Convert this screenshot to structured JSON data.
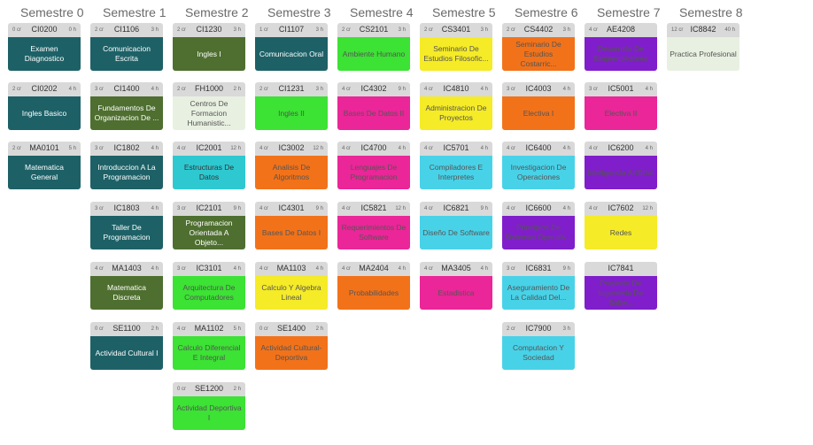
{
  "semesters": [
    {
      "title": "Semestre 0"
    },
    {
      "title": "Semestre 1"
    },
    {
      "title": "Semestre 2"
    },
    {
      "title": "Semestre 3"
    },
    {
      "title": "Semestre 4"
    },
    {
      "title": "Semestre 5"
    },
    {
      "title": "Semestre 6"
    },
    {
      "title": "Semestre 7"
    },
    {
      "title": "Semestre 8"
    }
  ],
  "courses": [
    {
      "sem": 0,
      "row": 0,
      "cr": "0 cr",
      "code": "CI0200",
      "hrs": "0 h",
      "name": "Examen Diagnostico",
      "style": "teal",
      "mark": ""
    },
    {
      "sem": 0,
      "row": 1,
      "cr": "2 cr",
      "code": "CI0202",
      "hrs": "4 h",
      "name": "Ingles Basico",
      "style": "teal",
      "mark": ""
    },
    {
      "sem": 0,
      "row": 2,
      "cr": "2 cr",
      "code": "MA0101",
      "hrs": "5 h",
      "name": "Matematica General",
      "style": "teal",
      "mark": ""
    },
    {
      "sem": 1,
      "row": 0,
      "cr": "2 cr",
      "code": "CI1106",
      "hrs": "3 h",
      "name": "Comunicacion Escrita",
      "style": "teal",
      "mark": ""
    },
    {
      "sem": 1,
      "row": 1,
      "cr": "3 cr",
      "code": "CI1400",
      "hrs": "4 h",
      "name": "Fundamentos De Organizacion De ...",
      "style": "olive",
      "mark": ""
    },
    {
      "sem": 1,
      "row": 2,
      "cr": "3 cr",
      "code": "IC1802",
      "hrs": "4 h",
      "name": "Introduccion A La Programacion",
      "style": "teal",
      "mark": ""
    },
    {
      "sem": 1,
      "row": 3,
      "cr": "3 cr",
      "code": "IC1803",
      "hrs": "4 h",
      "name": "Taller De Programacion",
      "style": "teal",
      "mark": ""
    },
    {
      "sem": 1,
      "row": 4,
      "cr": "4 cr",
      "code": "MA1403",
      "hrs": "4 h",
      "name": "Matematica Discreta",
      "style": "olive",
      "mark": ""
    },
    {
      "sem": 1,
      "row": 5,
      "cr": "0 cr",
      "code": "SE1100",
      "hrs": "2 h",
      "name": "Actividad Cultural I",
      "style": "teal",
      "mark": ""
    },
    {
      "sem": 2,
      "row": 0,
      "cr": "2 cr",
      "code": "CI1230",
      "hrs": "3 h",
      "name": "Ingles I",
      "style": "olive",
      "mark": ""
    },
    {
      "sem": 2,
      "row": 1,
      "cr": "2 cr",
      "code": "FH1000",
      "hrs": "2 h",
      "name": "Centros De Formacion Humanistic...",
      "style": "light",
      "mark": ""
    },
    {
      "sem": 2,
      "row": 2,
      "cr": "4 cr",
      "code": "IC2001",
      "hrs": "12 h",
      "name": "Estructuras De Datos",
      "style": "orange",
      "mark": "#23c9d9"
    },
    {
      "sem": 2,
      "row": 3,
      "cr": "3 cr",
      "code": "IC2101",
      "hrs": "9 h",
      "name": "Programacion Orientada A Objeto...",
      "style": "olive",
      "mark": ""
    },
    {
      "sem": 2,
      "row": 4,
      "cr": "3 cr",
      "code": "IC3101",
      "hrs": "4 h",
      "name": "Arquitectura De Computadores",
      "style": "light",
      "mark": "#33e02a"
    },
    {
      "sem": 2,
      "row": 5,
      "cr": "4 cr",
      "code": "MA1102",
      "hrs": "5 h",
      "name": "Calculo Diferencial E Integral",
      "style": "light",
      "mark": "#33e02a"
    },
    {
      "sem": 2,
      "row": 6,
      "cr": "0 cr",
      "code": "SE1200",
      "hrs": "2 h",
      "name": "Actividad Deportiva I",
      "style": "light",
      "mark": "#33e02a"
    },
    {
      "sem": 3,
      "row": 0,
      "cr": "1 cr",
      "code": "CI1107",
      "hrs": "3 h",
      "name": "Comunicacion Oral",
      "style": "teal",
      "mark": ""
    },
    {
      "sem": 3,
      "row": 1,
      "cr": "2 cr",
      "code": "CI1231",
      "hrs": "3 h",
      "name": "Ingles II",
      "style": "light",
      "mark": "#33e02a"
    },
    {
      "sem": 3,
      "row": 2,
      "cr": "4 cr",
      "code": "IC3002",
      "hrs": "12 h",
      "name": "Analisis De Algoritmos",
      "style": "light",
      "mark": "#f26a0f"
    },
    {
      "sem": 3,
      "row": 3,
      "cr": "4 cr",
      "code": "IC4301",
      "hrs": "9 h",
      "name": "Bases De Datos I",
      "style": "light",
      "mark": "#f26a0f"
    },
    {
      "sem": 3,
      "row": 4,
      "cr": "4 cr",
      "code": "MA1103",
      "hrs": "4 h",
      "name": "Calculo Y Algebra Lineal",
      "style": "light",
      "mark": "#f5ea1c"
    },
    {
      "sem": 3,
      "row": 5,
      "cr": "0 cr",
      "code": "SE1400",
      "hrs": "2 h",
      "name": "Actividad Cultural-Deportiva",
      "style": "light",
      "mark": "#f26a0f"
    },
    {
      "sem": 4,
      "row": 0,
      "cr": "2 cr",
      "code": "CS2101",
      "hrs": "3 h",
      "name": "Ambiente Humano",
      "style": "light",
      "mark": "#33e02a"
    },
    {
      "sem": 4,
      "row": 1,
      "cr": "4 cr",
      "code": "IC4302",
      "hrs": "9 h",
      "name": "Bases De Datos II",
      "style": "light",
      "mark": "#ea1a93"
    },
    {
      "sem": 4,
      "row": 2,
      "cr": "4 cr",
      "code": "IC4700",
      "hrs": "4 h",
      "name": "Lenguajes De Programacion",
      "style": "light",
      "mark": "#ea1a93"
    },
    {
      "sem": 4,
      "row": 3,
      "cr": "4 cr",
      "code": "IC5821",
      "hrs": "12 h",
      "name": "Requerimientos De Software",
      "style": "light",
      "mark": "#ea1a93"
    },
    {
      "sem": 4,
      "row": 4,
      "cr": "4 cr",
      "code": "MA2404",
      "hrs": "4 h",
      "name": "Probabilidades",
      "style": "light",
      "mark": "#f26a0f"
    },
    {
      "sem": 5,
      "row": 0,
      "cr": "2 cr",
      "code": "CS3401",
      "hrs": "3 h",
      "name": "Seminario De Estudios Filosofic...",
      "style": "light",
      "mark": "#f5ea1c"
    },
    {
      "sem": 5,
      "row": 1,
      "cr": "4 cr",
      "code": "IC4810",
      "hrs": "4 h",
      "name": "Administracion De Proyectos",
      "style": "light",
      "mark": "#f5ea1c"
    },
    {
      "sem": 5,
      "row": 2,
      "cr": "4 cr",
      "code": "IC5701",
      "hrs": "4 h",
      "name": "Compiladores E Interpretes",
      "style": "light",
      "mark": "#3fd0e8"
    },
    {
      "sem": 5,
      "row": 3,
      "cr": "4 cr",
      "code": "IC6821",
      "hrs": "9 h",
      "name": "Diseño De Software",
      "style": "light",
      "mark": "#3fd0e8"
    },
    {
      "sem": 5,
      "row": 4,
      "cr": "4 cr",
      "code": "MA3405",
      "hrs": "4 h",
      "name": "Estadistica",
      "style": "light",
      "mark": "#ea1a93"
    },
    {
      "sem": 6,
      "row": 0,
      "cr": "2 cr",
      "code": "CS4402",
      "hrs": "3 h",
      "name": "Seminario De Estudios Costarric...",
      "style": "light",
      "mark": "#f26a0f"
    },
    {
      "sem": 6,
      "row": 1,
      "cr": "3 cr",
      "code": "IC4003",
      "hrs": "4 h",
      "name": "Electiva I",
      "style": "light",
      "mark": "#f26a0f"
    },
    {
      "sem": 6,
      "row": 2,
      "cr": "4 cr",
      "code": "IC6400",
      "hrs": "4 h",
      "name": "Investigacion De Operaciones",
      "style": "light",
      "mark": "#3fd0e8"
    },
    {
      "sem": 6,
      "row": 3,
      "cr": "4 cr",
      "code": "IC6600",
      "hrs": "4 h",
      "name": "Principios De Sistemas Operativ...",
      "style": "light",
      "mark": "#7a12c9"
    },
    {
      "sem": 6,
      "row": 4,
      "cr": "3 cr",
      "code": "IC6831",
      "hrs": "9 h",
      "name": "Aseguramiento De La Calidad Del...",
      "style": "light",
      "mark": "#3fd0e8"
    },
    {
      "sem": 6,
      "row": 5,
      "cr": "2 cr",
      "code": "IC7900",
      "hrs": "3 h",
      "name": "Computacion Y Sociedad",
      "style": "light",
      "mark": "#3fd0e8"
    },
    {
      "sem": 7,
      "row": 0,
      "cr": "4 cr",
      "code": "AE4208",
      "hrs": "",
      "name": "Desarrollo De Emprendedores",
      "style": "light",
      "mark": "#7a12c9"
    },
    {
      "sem": 7,
      "row": 1,
      "cr": "3 cr",
      "code": "IC5001",
      "hrs": "4 h",
      "name": "Electiva II",
      "style": "light",
      "mark": "#ea1a93"
    },
    {
      "sem": 7,
      "row": 2,
      "cr": "4 cr",
      "code": "IC6200",
      "hrs": "4 h",
      "name": "Inteligencia Artificial",
      "style": "light",
      "mark": "#7a12c9"
    },
    {
      "sem": 7,
      "row": 3,
      "cr": "4 cr",
      "code": "IC7602",
      "hrs": "12 h",
      "name": "Redes",
      "style": "light",
      "mark": "#f5ea1c"
    },
    {
      "sem": 7,
      "row": 4,
      "cr": "",
      "code": "IC7841",
      "hrs": "",
      "name": "Proyecto De Ingenieria De Softw...",
      "style": "light",
      "mark": "#7a12c9"
    },
    {
      "sem": 8,
      "row": 0,
      "cr": "12 cr",
      "code": "IC8842",
      "hrs": "40 h",
      "name": "Practica Profesional",
      "style": "light",
      "mark": ""
    }
  ]
}
